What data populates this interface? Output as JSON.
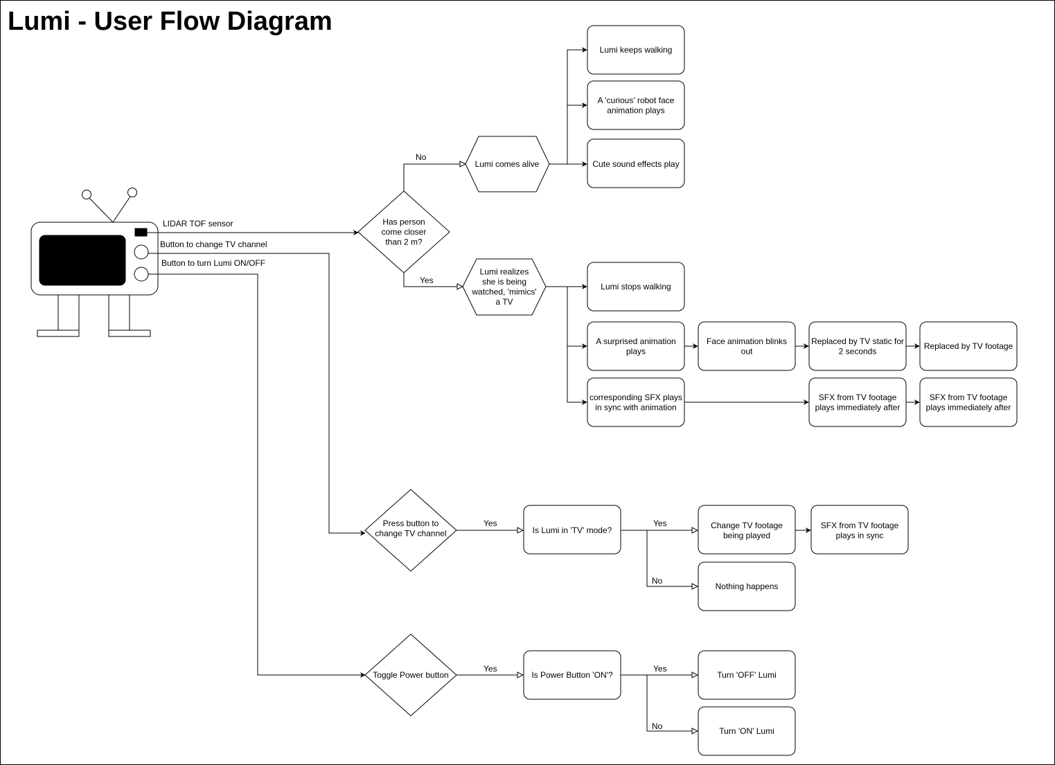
{
  "title": "Lumi - User Flow Diagram",
  "colors": {
    "stroke": "#000000",
    "fill": "#ffffff",
    "text": "#000000"
  },
  "tv_inputs": {
    "lidar": "LIDAR TOF sensor",
    "channel_button": "Button to change TV channel",
    "power_button": "Button to turn Lumi ON/OFF"
  },
  "nodes": {
    "has_person": [
      "Has person",
      "come closer",
      "than 2 m?"
    ],
    "comes_alive": [
      "Lumi comes alive"
    ],
    "keeps_walking": [
      "Lumi keeps walking"
    ],
    "curious_face": [
      "A 'curious' robot face",
      "animation plays"
    ],
    "cute_sound": [
      "Cute sound effects play"
    ],
    "realizes": [
      "Lumi realizes",
      "she is being",
      "watched, 'mimics'",
      "a TV"
    ],
    "stops_walking": [
      "Lumi stops walking"
    ],
    "surprised_anim": [
      "A surprised animation",
      "plays"
    ],
    "blinks_out": [
      "Face animation blinks",
      "out"
    ],
    "tv_static": [
      "Replaced by TV static for",
      "2 seconds"
    ],
    "tv_footage": [
      "Replaced by TV footage"
    ],
    "sfx_sync": [
      "corresponding SFX plays",
      "in sync with animation"
    ],
    "sfx_after_1": [
      "SFX from TV footage",
      "plays immediately after"
    ],
    "sfx_after_2": [
      "SFX from TV footage",
      "plays immediately after"
    ],
    "press_channel": [
      "Press button to",
      "change TV channel"
    ],
    "is_tv_mode": [
      "Is Lumi in 'TV' mode?"
    ],
    "change_footage": [
      "Change TV footage",
      "being played"
    ],
    "sfx_in_sync": [
      "SFX from TV footage",
      "plays in sync"
    ],
    "nothing_happens": [
      "Nothing happens"
    ],
    "toggle_power": [
      "Toggle Power button"
    ],
    "is_power_on": [
      "Is Power Button 'ON'?"
    ],
    "turn_off": [
      "Turn 'OFF' Lumi"
    ],
    "turn_on": [
      "Turn 'ON' Lumi"
    ]
  },
  "edge_labels": {
    "no_1": "No",
    "yes_1": "Yes",
    "yes_2": "Yes",
    "yes_3": "Yes",
    "no_3": "No",
    "yes_4": "Yes",
    "yes_5": "Yes",
    "no_5": "No"
  }
}
